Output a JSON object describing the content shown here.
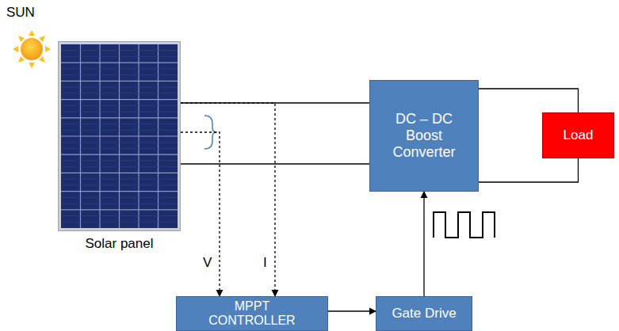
{
  "diagram": {
    "nodes": [
      {
        "text": [
          "Solar panel"
        ]
      },
      {
        "text": [
          "DC – DC Boost Converter"
        ]
      },
      {
        "text": [
          "Load"
        ]
      },
      {
        "text": [
          "MPPT CONTROLLER"
        ]
      },
      {
        "text": [
          "Gate Drive"
        ]
      }
    ],
    "edges": [
      {
        "from": 0,
        "to": 1,
        "arrow": "none"
      },
      {
        "from": 0,
        "to": 1,
        "arrow": "none"
      },
      {
        "from": 1,
        "to": 2,
        "arrow": "none"
      },
      {
        "from": 1,
        "to": 2,
        "arrow": "none"
      },
      {
        "from": 0,
        "to": 3,
        "label": "V",
        "arrow": "to"
      },
      {
        "from": 0,
        "to": 3,
        "label": "I",
        "arrow": "to"
      },
      {
        "from": 3,
        "to": 4,
        "arrow": "to"
      },
      {
        "from": 4,
        "to": 1,
        "arrow": "to"
      }
    ],
    "labels": [
      "SUN"
    ]
  }
}
